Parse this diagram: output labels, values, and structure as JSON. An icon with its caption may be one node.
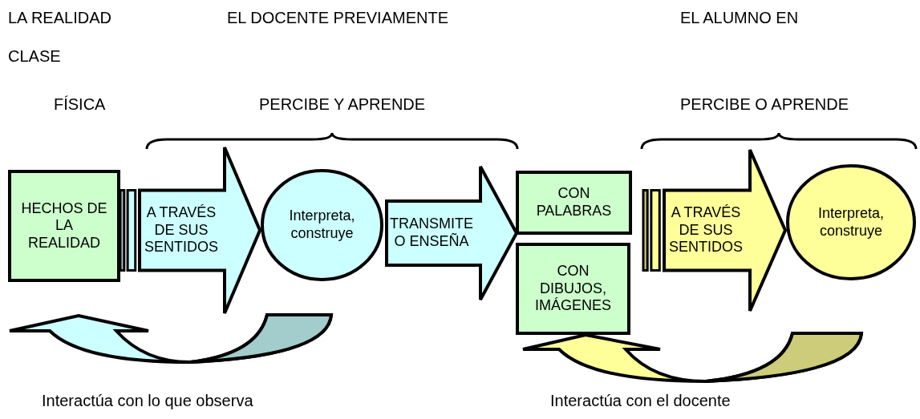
{
  "diagram": {
    "nodes": [
      {
        "text": [
          "HECHOS DE LA REALIDAD"
        ]
      },
      {
        "text": [
          "A TRAVÉS DE SUS SENTIDOS"
        ]
      },
      {
        "text": [
          "Interpreta, construye"
        ]
      },
      {
        "text": [
          "TRANSMITE O ENSEÑA"
        ]
      },
      {
        "text": [
          "CON PALABRAS"
        ]
      },
      {
        "text": [
          "CON DIBUJOS, IMÁGENES"
        ]
      },
      {
        "text": [
          "A TRAVÉS DE SUS SENTIDOS"
        ]
      },
      {
        "text": [
          "Interpreta, construye"
        ]
      }
    ],
    "edges": [
      {
        "from": 2,
        "to": 0,
        "arrow": "to",
        "style": "thick",
        "color": "#ccffff"
      },
      {
        "from": 7,
        "to": 5,
        "arrow": "to",
        "style": "thick",
        "color": "#ffff99"
      }
    ],
    "labels": [
      "LA REALIDAD",
      "EL DOCENTE PREVIAMENTE",
      "EL ALUMNO EN",
      "CLASE",
      "FÍSICA",
      "PERCIBE Y APRENDE",
      "PERCIBE O APRENDE",
      "Interactúa con lo que observa",
      "Interactúa con el docente"
    ]
  }
}
